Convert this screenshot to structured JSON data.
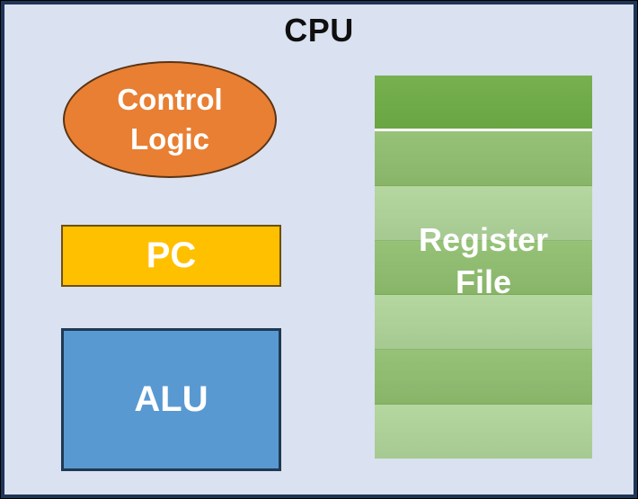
{
  "diagram": {
    "title": "CPU",
    "blocks": {
      "control_logic": {
        "shape": "ellipse",
        "label": [
          "Control",
          "Logic"
        ]
      },
      "pc": {
        "shape": "rectangle",
        "label": "PC"
      },
      "alu": {
        "shape": "rectangle",
        "label": "ALU"
      },
      "register_file": {
        "shape": "banded-table",
        "label": [
          "Register",
          "File"
        ],
        "header_rows": 1,
        "body_rows": 6,
        "row_shades": [
          "medium",
          "light",
          "medium",
          "light",
          "medium",
          "light"
        ]
      }
    }
  },
  "colors": {
    "background": "#DAE1F1",
    "frame_border": "#1F3556",
    "frame_outer": "#000000",
    "title_text": "#0F0F0F",
    "label_text": "#FFFFFF",
    "control_fill": "#E87F33",
    "control_border": "#5A3413",
    "pc_fill": "#FFC000",
    "pc_border": "#6E4F12",
    "alu_fill": "#5999D2",
    "alu_border": "#1F3A54",
    "register_header": "#6EAC45",
    "register_row_medium": "#8FBE6E",
    "register_row_light": "#AFD499",
    "register_separator": "#FFFFFF"
  }
}
